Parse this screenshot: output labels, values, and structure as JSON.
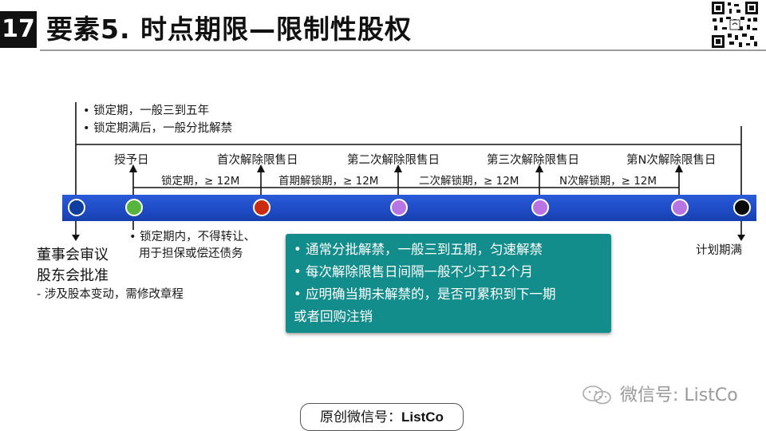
{
  "slide": {
    "number": "17",
    "title": "要素5. 时点期限—限制性股权"
  },
  "top_notes": [
    "锁定期，一般三到五年",
    "锁定期满后，一般分批解禁"
  ],
  "stages": [
    "授予日",
    "首次解除限售日",
    "第二次解除限售日",
    "第三次解除限售日",
    "第N次解除限售日"
  ],
  "periods": [
    "锁定期，≥ 12M",
    "首期解锁期，≥ 12M",
    "二次解锁期，≥ 12M",
    "N次解锁期，≥ 12M"
  ],
  "nodes": [
    {
      "name": "start-node",
      "color": "#0e3ea0"
    },
    {
      "name": "grant-node",
      "color": "#55b53d"
    },
    {
      "name": "first-release-node",
      "color": "#c92a10"
    },
    {
      "name": "second-release-node",
      "color": "#b874e2"
    },
    {
      "name": "third-release-node",
      "color": "#b874e2"
    },
    {
      "name": "nth-release-node",
      "color": "#b874e2"
    },
    {
      "name": "end-node",
      "color": "#0a0a0a"
    }
  ],
  "left_labels": {
    "line1": "董事会审议",
    "line2": "股东会批准",
    "note": "-  涉及股本变动，需修改章程"
  },
  "grant_notes": [
    "锁定期内，不得转让、",
    "用于担保或偿还债务"
  ],
  "end_label": "计划期满",
  "callout": {
    "lines": [
      "通常分批解禁，一般三到五期，匀速解禁",
      "每次解除限售日间隔一般不少于12个月",
      "应明确当期未解禁的，是否可累积到下一期",
      "或者回购注销"
    ]
  },
  "footer": {
    "prefix": "原创微信号：",
    "account": "ListCo"
  },
  "watermark": "微信号: ListCo"
}
